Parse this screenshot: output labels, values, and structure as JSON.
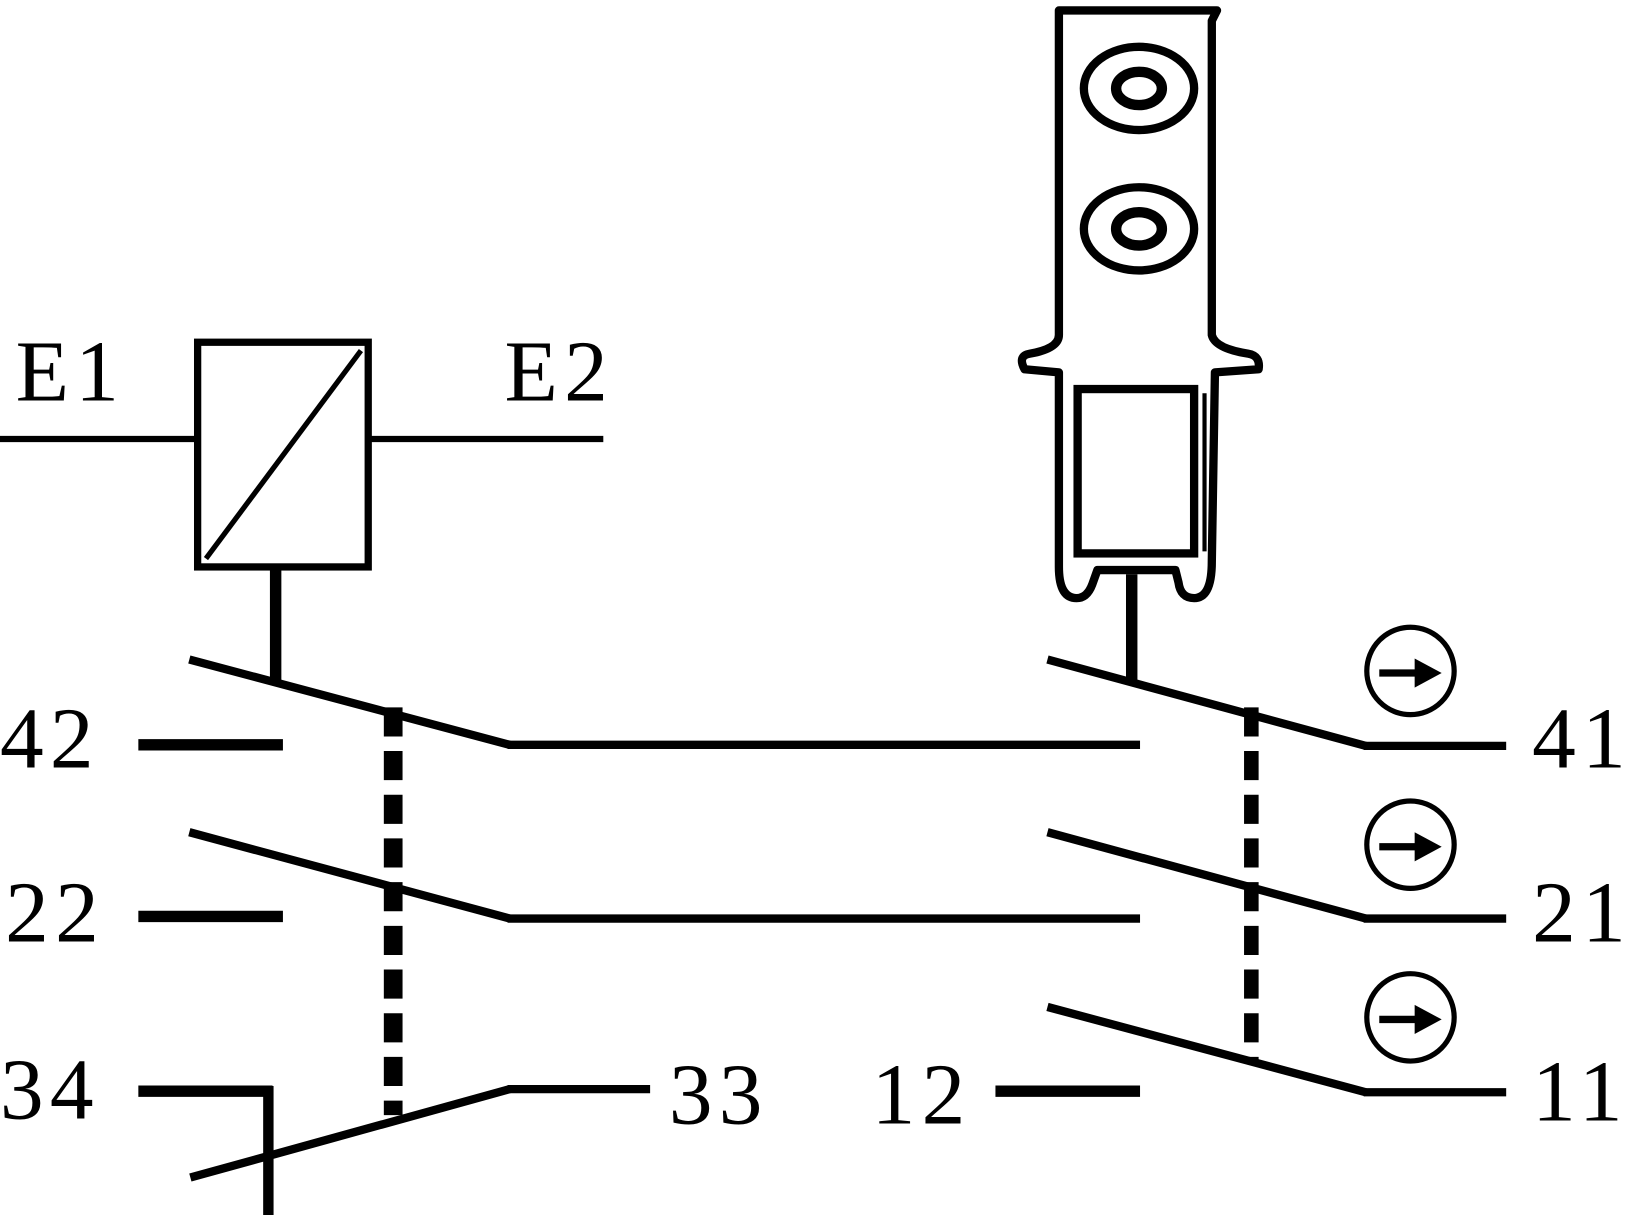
{
  "diagram": {
    "coil_terminals": {
      "left": "E1",
      "right": "E2"
    },
    "contact_labels": {
      "c42": "42",
      "c22": "22",
      "c34": "34",
      "c33": "33",
      "c12": "12",
      "c41": "41",
      "c21": "21",
      "c11": "11"
    },
    "icons": {
      "coil": "solenoid-coil-box-icon",
      "actuator": "safety-switch-actuator-key-icon",
      "positive_opening": "positive-opening-arrow-circle-icon"
    },
    "colors": {
      "line": "#000000",
      "background": "#ffffff"
    }
  }
}
